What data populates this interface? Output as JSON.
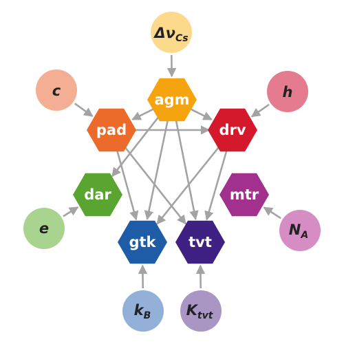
{
  "colors": {
    "edge": "#a3a3a3",
    "agm": "#f5a30f",
    "pad": "#ec6a2a",
    "drv": "#d4192c",
    "dar": "#5aa52f",
    "mtr": "#a2318d",
    "gtk": "#1f5ca8",
    "tvt": "#3e2183",
    "dnu": "#fdd98c",
    "c": "#f3ae93",
    "h": "#e47b8e",
    "e": "#a9d48f",
    "NA": "#d58dc4",
    "kB": "#93b0d8",
    "Ktvt": "#a996c5"
  },
  "units": {
    "agm": "agm",
    "pad": "pad",
    "drv": "drv",
    "dar": "dar",
    "mtr": "mtr",
    "gtk": "gtk",
    "tvt": "tvt"
  },
  "constants": {
    "dnu": {
      "main": "Δν",
      "sub": "Cs"
    },
    "c": {
      "main": "c",
      "sub": ""
    },
    "h": {
      "main": "h",
      "sub": ""
    },
    "e": {
      "main": "e",
      "sub": ""
    },
    "NA": {
      "main": "N",
      "sub": "A"
    },
    "kB": {
      "main": "k",
      "sub": "B"
    },
    "Ktvt": {
      "main": "K",
      "sub": "tvt"
    }
  },
  "edges": [
    [
      "dnu",
      "agm"
    ],
    [
      "c",
      "pad"
    ],
    [
      "h",
      "drv"
    ],
    [
      "e",
      "dar"
    ],
    [
      "NA",
      "mtr"
    ],
    [
      "kB",
      "gtk"
    ],
    [
      "Ktvt",
      "tvt"
    ],
    [
      "agm",
      "pad"
    ],
    [
      "agm",
      "drv"
    ],
    [
      "pad",
      "drv"
    ],
    [
      "agm",
      "dar"
    ],
    [
      "agm",
      "gtk"
    ],
    [
      "agm",
      "tvt"
    ],
    [
      "pad",
      "gtk"
    ],
    [
      "pad",
      "tvt"
    ],
    [
      "drv",
      "gtk"
    ],
    [
      "drv",
      "tvt"
    ]
  ]
}
